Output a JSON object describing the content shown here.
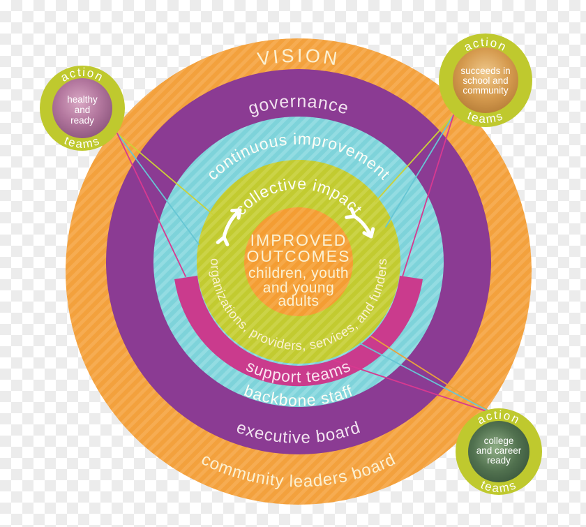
{
  "rings": {
    "vision": {
      "label": "VISION"
    },
    "governance": {
      "label": "governance"
    },
    "continuous_improvement": {
      "label": "continuous improvement"
    },
    "collective_impact": {
      "label": "collective impact"
    },
    "stakeholders": {
      "label": "organizations, providers, services, and funders"
    },
    "support_teams": {
      "label": "support teams"
    },
    "backbone_staff": {
      "label": "backbone staff"
    },
    "executive_board": {
      "label": "executive board"
    },
    "community_leaders_board": {
      "label": "community leaders board"
    }
  },
  "center": {
    "line1": "IMPROVED",
    "line2": "OUTCOMES",
    "line3": "children, youth",
    "line4": "and young",
    "line5": "adults"
  },
  "action_teams": [
    {
      "id": "top-left",
      "top_label": "action",
      "bottom_label": "teams",
      "caption": [
        "healthy",
        "and",
        "ready"
      ]
    },
    {
      "id": "top-right",
      "top_label": "action",
      "bottom_label": "teams",
      "caption": [
        "succeeds in",
        "school and",
        "community"
      ]
    },
    {
      "id": "bottom-right",
      "top_label": "action",
      "bottom_label": "teams",
      "caption": [
        "college",
        "and career",
        "ready"
      ]
    }
  ],
  "colors": {
    "outer_orange": "#f3a13d",
    "purple": "#8b3b93",
    "cyan": "#7ed3da",
    "lime": "#c2cb30",
    "pink_arc": "#ca3b8d",
    "center_orange": "#f49d33",
    "satellite_ring": "#bfc92e",
    "connector_yellow": "#ccd136",
    "connector_cyan": "#66c6d4",
    "connector_magenta": "#d83990",
    "connector_orange": "#e9a23c",
    "text_cream": "#fbf1d3",
    "text_white": "#fdfdf6"
  }
}
